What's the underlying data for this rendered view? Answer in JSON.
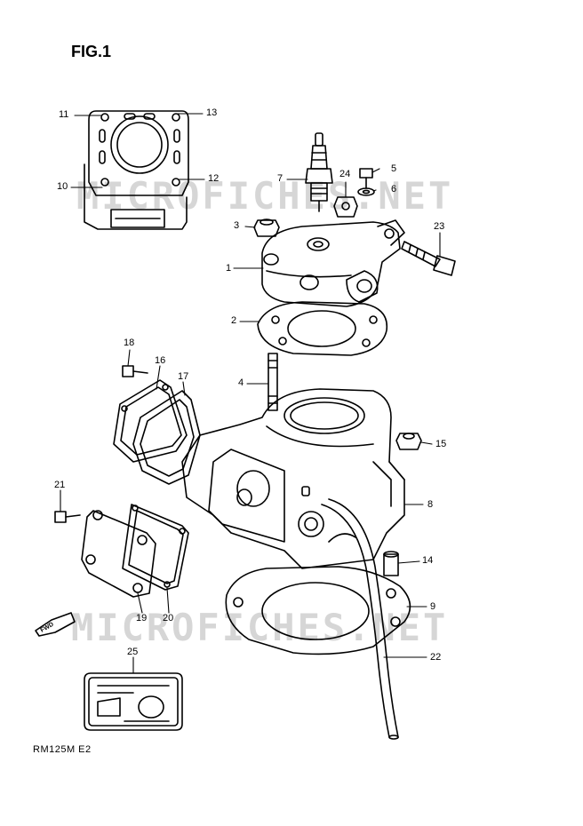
{
  "figure": {
    "title": "FIG.1",
    "model_code": "RM125M  E2",
    "watermark": "MICROFICHES.NET",
    "fwd_label": "FWD"
  },
  "callouts": [
    "1",
    "2",
    "3",
    "4",
    "5",
    "6",
    "7",
    "8",
    "9",
    "10",
    "11",
    "12",
    "13",
    "14",
    "15",
    "16",
    "17",
    "18",
    "19",
    "20",
    "21",
    "22",
    "23",
    "24",
    "25"
  ]
}
